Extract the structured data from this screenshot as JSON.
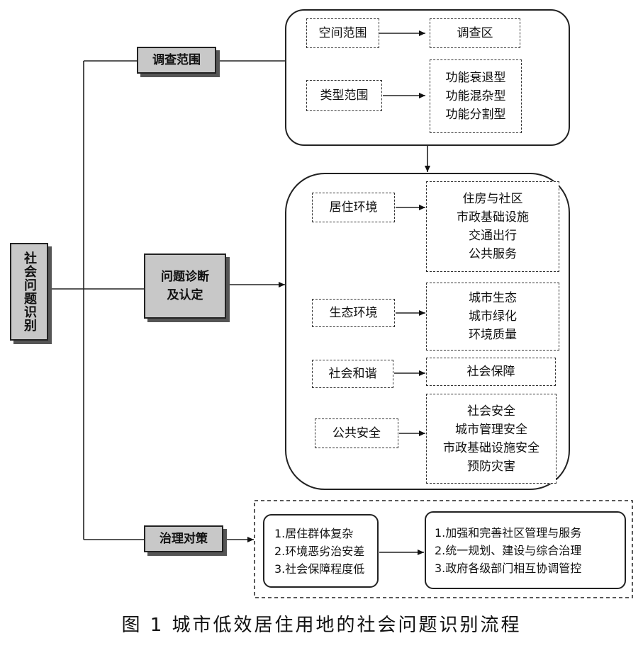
{
  "root": {
    "label": "社会问题识别"
  },
  "branches": [
    {
      "label": "调查范围"
    },
    {
      "label_lines": [
        "问题诊断",
        "及认定"
      ]
    },
    {
      "label": "治理对策"
    }
  ],
  "survey": {
    "spatial": {
      "label": "空间范围",
      "target": "调查区"
    },
    "type": {
      "label": "类型范围",
      "targets": [
        "功能衰退型",
        "功能混杂型",
        "功能分割型"
      ]
    }
  },
  "diagnosis": [
    {
      "label": "居住环境",
      "items": [
        "住房与社区",
        "市政基础设施",
        "交通出行",
        "公共服务"
      ]
    },
    {
      "label": "生态环境",
      "items": [
        "城市生态",
        "城市绿化",
        "环境质量"
      ]
    },
    {
      "label": "社会和谐",
      "items": [
        "社会保障"
      ]
    },
    {
      "label": "公共安全",
      "items": [
        "社会安全",
        "城市管理安全",
        "市政基础设施安全",
        "预防灾害"
      ]
    }
  ],
  "governance": {
    "problems": [
      "1.居住群体复杂",
      "2.环境恶劣治安差",
      "3.社会保障程度低"
    ],
    "measures": [
      "1.加强和完善社区管理与服务",
      "2.统一规划、建设与综合治理",
      "3.政府各级部门相互协调管控"
    ]
  },
  "caption": "图 1   城市低效居住用地的社会问题识别流程"
}
